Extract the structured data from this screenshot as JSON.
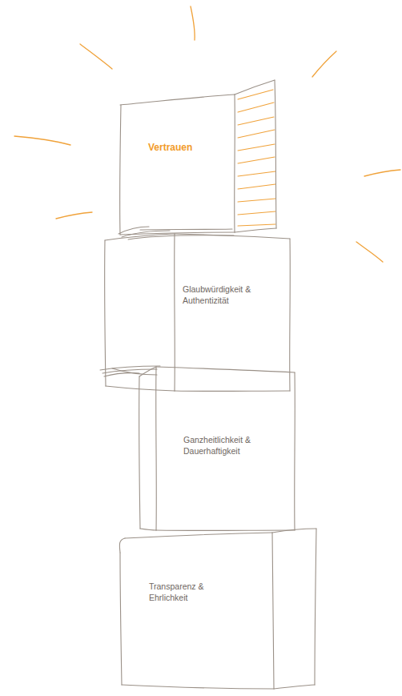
{
  "diagram": {
    "nodes": [
      {
        "text": [
          "Vertrauen"
        ]
      },
      {
        "text": [
          "Glaubwürdigkeit & Authentizität"
        ]
      },
      {
        "text": [
          "Ganzheitlichkeit & Dauerhaftigkeit"
        ]
      },
      {
        "text": [
          "Transparenz & Ehrlichkeit"
        ]
      }
    ]
  }
}
